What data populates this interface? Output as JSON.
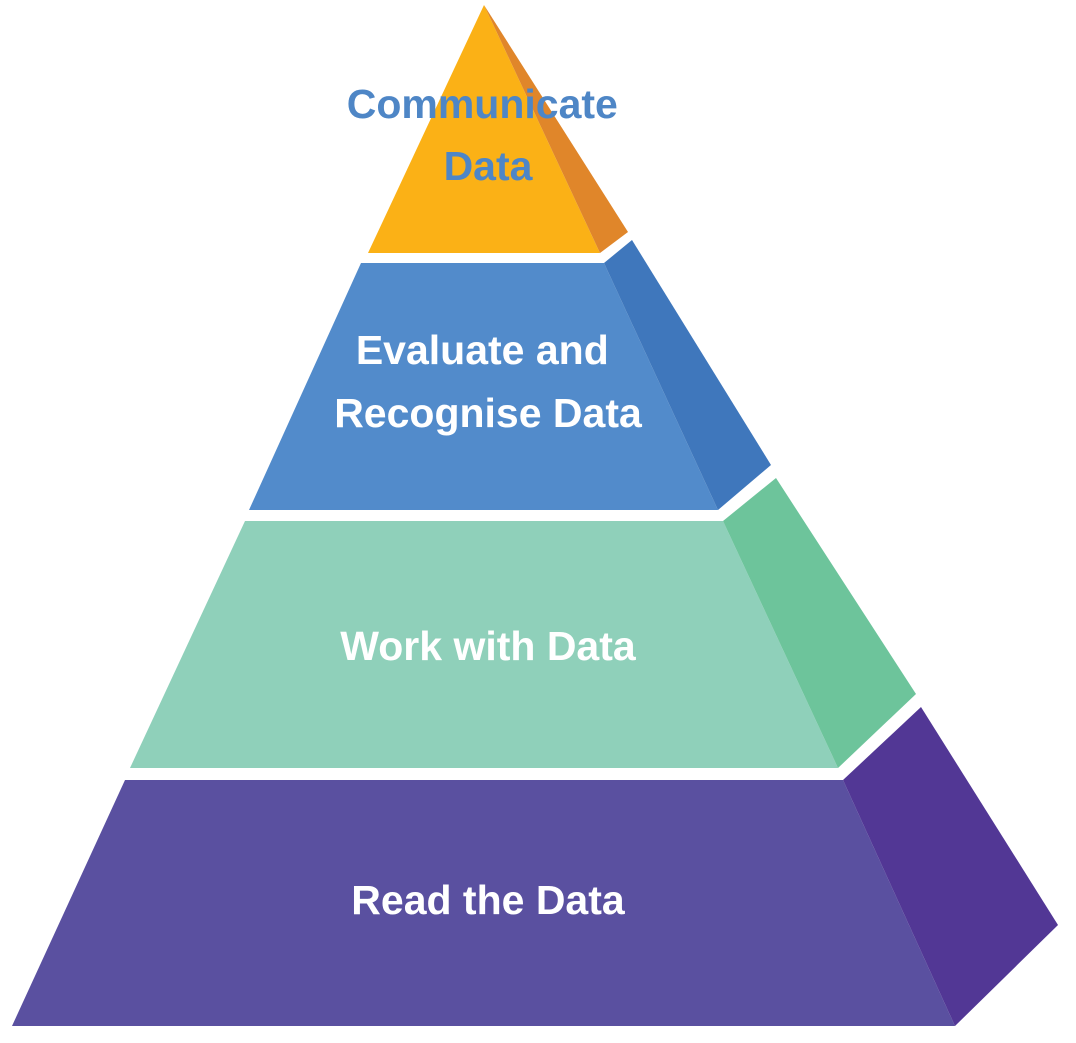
{
  "pyramid": {
    "levels": [
      {
        "id": "communicate",
        "lines": [
          "Communicate",
          "Data"
        ],
        "front_color": "#FBB116",
        "side_color": "#E0862A",
        "text_color": "#4E86C6"
      },
      {
        "id": "evaluate",
        "lines": [
          "Evaluate and",
          "Recognise Data"
        ],
        "front_color": "#528BCB",
        "side_color": "#3F77BC",
        "text_color": "#FFFFFF"
      },
      {
        "id": "work",
        "lines": [
          "Work with Data"
        ],
        "front_color": "#8FD0BA",
        "side_color": "#6DC49B",
        "text_color": "#FFFFFF"
      },
      {
        "id": "read",
        "lines": [
          "Read the Data"
        ],
        "front_color": "#5A50A0",
        "side_color": "#523795",
        "text_color": "#FFFFFF"
      }
    ]
  }
}
